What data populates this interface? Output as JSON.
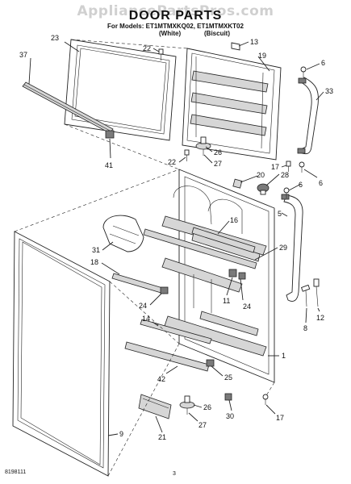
{
  "watermark": "AppliancePartsPros.com",
  "title": "DOOR PARTS",
  "models_line": "For Models: ET1MTMXKQ02, ET1MTMXKT02",
  "color_white": "(White)",
  "color_biscuit": "(Biscuit)",
  "doc_number": "8198111",
  "page_number": "3",
  "callouts": {
    "c23": "23",
    "c37": "37",
    "c41": "41",
    "c22a": "22",
    "c13": "13",
    "c19": "19",
    "c6a": "6",
    "c33": "33",
    "c26a": "26",
    "c27a": "27",
    "c22b": "22",
    "c17a": "17",
    "c6b": "6",
    "c20": "20",
    "c28": "28",
    "c6c": "6",
    "c5": "5",
    "c16": "16",
    "c31": "31",
    "c29": "29",
    "c18": "18",
    "c24a": "24",
    "c11": "11",
    "c24b": "24",
    "c8": "8",
    "c12": "12",
    "c14": "14",
    "c1": "1",
    "c42": "42",
    "c25": "25",
    "c26b": "26",
    "c27b": "27",
    "c30": "30",
    "c17b": "17",
    "c21": "21",
    "c9": "9"
  }
}
